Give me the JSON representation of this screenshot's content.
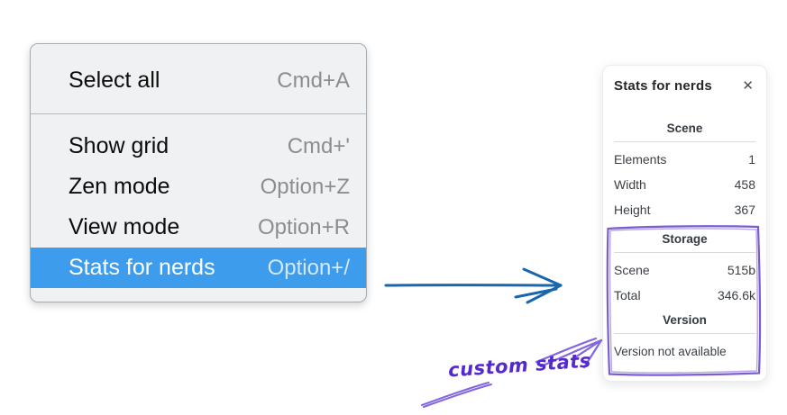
{
  "menu": {
    "items": [
      {
        "label": "Select all",
        "shortcut": "Cmd+A",
        "selected": false
      },
      {
        "label": "Show grid",
        "shortcut": "Cmd+'",
        "selected": false
      },
      {
        "label": "Zen mode",
        "shortcut": "Option+Z",
        "selected": false
      },
      {
        "label": "View mode",
        "shortcut": "Option+R",
        "selected": false
      },
      {
        "label": "Stats for nerds",
        "shortcut": "Option+/",
        "selected": true
      }
    ]
  },
  "stats_panel": {
    "title": "Stats for nerds",
    "close": "✕",
    "scene": {
      "heading": "Scene",
      "rows": [
        {
          "label": "Elements",
          "value": "1"
        },
        {
          "label": "Width",
          "value": "458"
        },
        {
          "label": "Height",
          "value": "367"
        }
      ]
    },
    "storage": {
      "heading": "Storage",
      "rows": [
        {
          "label": "Scene",
          "value": "515b"
        },
        {
          "label": "Total",
          "value": "346.6k"
        }
      ]
    },
    "version": {
      "heading": "Version",
      "note": "Version not available"
    }
  },
  "annotation": {
    "text": "custom stats"
  },
  "colors": {
    "menu_highlight": "#3d9ceb",
    "menu_background": "#f0f1f2",
    "arrow_blue": "#1966ab",
    "annotation_violet": "#5429cf",
    "sketch_violet": "#7b5dd0"
  }
}
